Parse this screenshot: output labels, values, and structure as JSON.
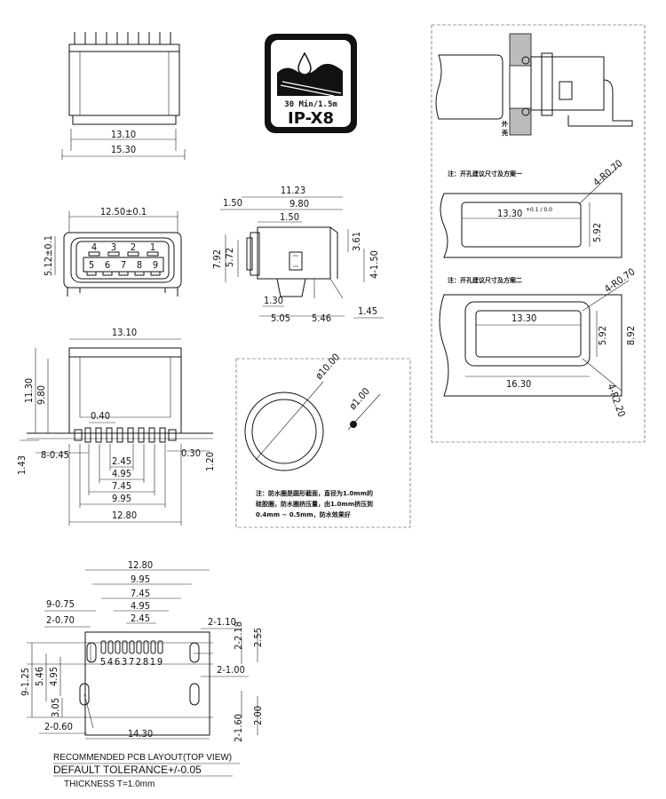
{
  "badge": {
    "line1": "30 Min/1.5m",
    "line2": "IP-X8"
  },
  "front_view": {
    "dims": [
      "13.10",
      "15.30"
    ]
  },
  "pin_view": {
    "width": "12.50±0.1",
    "height": "5.12±0.1",
    "pins_top": [
      "4",
      "3",
      "2",
      "1"
    ],
    "pins_bottom": [
      "5",
      "6",
      "7",
      "8",
      "9"
    ]
  },
  "side_view": {
    "dims": [
      "11.23",
      "9.80",
      "1.50",
      "1.50",
      "7.92",
      "5.72",
      "3.61",
      "4-1.50",
      "1.30",
      "5.05",
      "5.46",
      "1.45"
    ]
  },
  "bottom_view": {
    "dims": [
      "13.10",
      "11.30",
      "9.80",
      "0.40",
      "8-0.45",
      "0.30",
      "1.43",
      "1.20",
      "2.45",
      "4.95",
      "7.45",
      "9.95",
      "12.80"
    ]
  },
  "oring_view": {
    "dia_big": "ø10.00",
    "dia_small": "ø1.00",
    "note_lines": [
      "注：防水圈是圆形截面，直径为1.0mm的",
      "硅胶圈，防水圈挤压量，由1.0mm挤压到",
      "0.4mm ~ 0.5mm，防水效果好"
    ]
  },
  "panel_view": {
    "wall_label": [
      "外",
      "壳"
    ],
    "option1_title": "注：开孔建议尺寸及方案一",
    "option1_dims": [
      "13.30",
      "+0.1 / 0.0",
      "5.92",
      "4-R0.70"
    ],
    "option2_title": "注：开孔建议尺寸及方案二",
    "option2_dims": [
      "13.30",
      "5.92",
      "8.92",
      "16.30",
      "4-R0.70",
      "4-R2.20"
    ]
  },
  "pcb_layout": {
    "dims_top": [
      "12.80",
      "9.95",
      "7.45",
      "4.95",
      "2.45"
    ],
    "dims_left": [
      "9-0.75",
      "2-0.70",
      "9-1.25",
      "5.46",
      "4.95",
      "3.05",
      "2-0.60"
    ],
    "dims_right": [
      "2-1.10",
      "2-2.18",
      "2.55",
      "2-1.00",
      "2-1.60",
      "2.00"
    ],
    "dim_bottom": "14.30",
    "pin_order": [
      "5",
      "4",
      "6",
      "3",
      "7",
      "2",
      "8",
      "1",
      "9"
    ]
  },
  "footer": {
    "line1": "RECOMMENDED PCB LAYOUT(TOP VIEW)",
    "line2": "DEFAULT TOLERANCE+/-0.05",
    "line3": "THICKNESS T=1.0mm"
  }
}
